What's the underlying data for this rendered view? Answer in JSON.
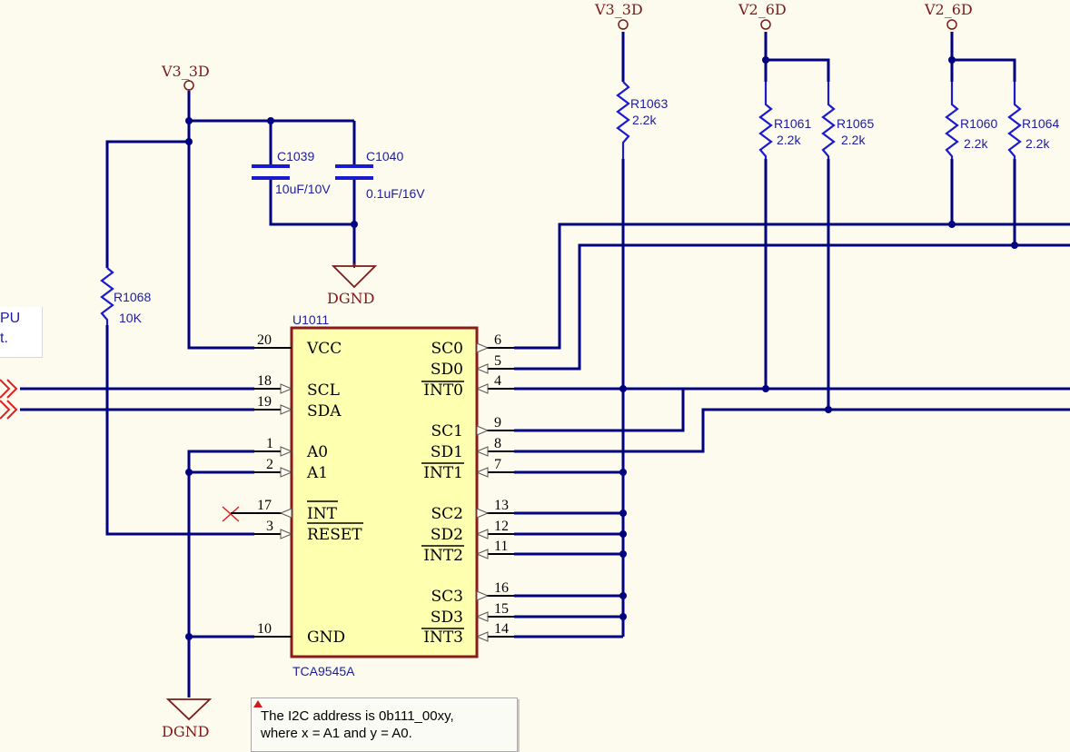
{
  "edge_label": {
    "line1": "PU",
    "line2": "t."
  },
  "power": {
    "v33_left": "V3_3D",
    "v33_right": "V3_3D",
    "v26_a": "V2_6D",
    "v26_b": "V2_6D",
    "gnd_top": "DGND",
    "gnd_bottom": "DGND"
  },
  "components": {
    "c1039": {
      "ref": "C1039",
      "value": "10uF/10V"
    },
    "c1040": {
      "ref": "C1040",
      "value": "0.1uF/16V"
    },
    "r1068": {
      "ref": "R1068",
      "value": "10K"
    },
    "r1063": {
      "ref": "R1063",
      "value": "2.2k"
    },
    "r1061": {
      "ref": "R1061",
      "value": "2.2k"
    },
    "r1065": {
      "ref": "R1065",
      "value": "2.2k"
    },
    "r1060": {
      "ref": "R1060",
      "value": "2.2k"
    },
    "r1064": {
      "ref": "R1064",
      "value": "2.2k"
    }
  },
  "ic": {
    "ref": "U1011",
    "part": "TCA9545A",
    "left_pins": [
      {
        "name": "VCC",
        "num": "20"
      },
      {
        "name": "SCL",
        "num": "18"
      },
      {
        "name": "SDA",
        "num": "19"
      },
      {
        "name": "A0",
        "num": "1"
      },
      {
        "name": "A1",
        "num": "2"
      },
      {
        "name": "INT",
        "num": "17"
      },
      {
        "name": "RESET",
        "num": "3"
      },
      {
        "name": "GND",
        "num": "10"
      }
    ],
    "right_pins": [
      {
        "name": "SC0",
        "num": "6"
      },
      {
        "name": "SD0",
        "num": "5"
      },
      {
        "name": "INT0",
        "num": "4"
      },
      {
        "name": "SC1",
        "num": "9"
      },
      {
        "name": "SD1",
        "num": "8"
      },
      {
        "name": "INT1",
        "num": "7"
      },
      {
        "name": "SC2",
        "num": "13"
      },
      {
        "name": "SD2",
        "num": "12"
      },
      {
        "name": "INT2",
        "num": "11"
      },
      {
        "name": "SC3",
        "num": "16"
      },
      {
        "name": "SD3",
        "num": "15"
      },
      {
        "name": "INT3",
        "num": "14"
      }
    ]
  },
  "note": {
    "line1": "The I2C address is 0b111_00xy,",
    "line2": "where x = A1 and y = A0."
  },
  "colors": {
    "wire": "#000080",
    "ic_body": "#ffffb0",
    "ic_border": "#8b1a1a",
    "component_text": "#1c1ca0",
    "power_text": "#7a1a1a"
  }
}
